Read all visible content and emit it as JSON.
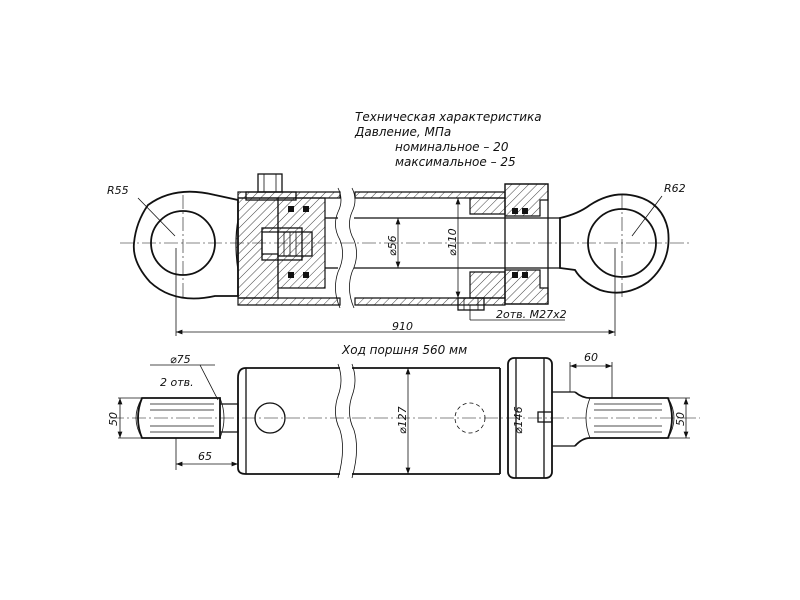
{
  "spec": {
    "title": "Техническая характеристика",
    "pressure": "Давление, МПа",
    "nominal": "номинальное  –  20",
    "maximum": "максимальное  –  25"
  },
  "dims": {
    "r_left": "R55",
    "r_right": "R62",
    "rod_d": "⌀56",
    "bore_d": "⌀110",
    "length": "910",
    "ports": "2отв. M27x2",
    "stroke": "Ход поршня 560 мм",
    "pin_d": "⌀75",
    "holes": "2 отв.",
    "left_width": "50",
    "left_len": "65",
    "tube_d": "⌀127",
    "gland_d": "⌀146",
    "right_len": "60",
    "right_width": "50"
  }
}
